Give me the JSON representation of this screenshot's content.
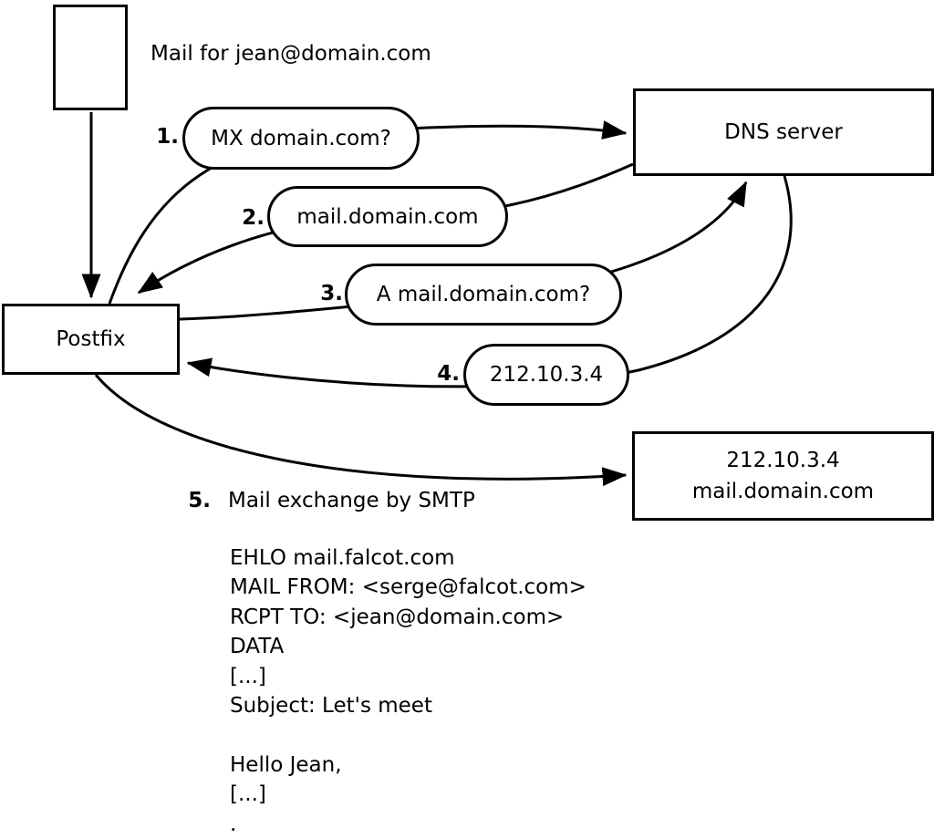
{
  "diagram": {
    "mail_note": "Mail for jean@domain.com",
    "postfix_label": "Postfix",
    "dns_label": "DNS server",
    "mailserver": {
      "line1": "212.10.3.4",
      "line2": "mail.domain.com"
    },
    "steps": [
      {
        "num": "1.",
        "label": "MX domain.com?"
      },
      {
        "num": "2.",
        "label": "mail.domain.com"
      },
      {
        "num": "3.",
        "label": "A mail.domain.com?"
      },
      {
        "num": "4.",
        "label": "212.10.3.4"
      },
      {
        "num": "5.",
        "label": "Mail exchange by SMTP"
      }
    ],
    "smtp_lines": [
      "EHLO mail.falcot.com",
      "MAIL FROM: <serge@falcot.com>",
      "RCPT TO: <jean@domain.com>",
      "DATA",
      "[...]",
      "Subject: Let's meet",
      "",
      "Hello Jean,",
      "[...]",
      "."
    ],
    "colors": {
      "stroke": "#000000",
      "fill": "#ffffff"
    }
  }
}
